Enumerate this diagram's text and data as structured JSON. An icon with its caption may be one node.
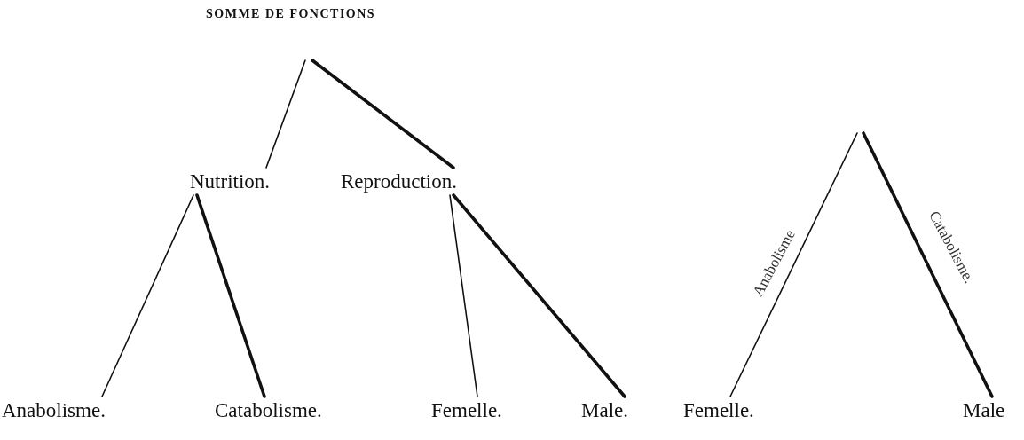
{
  "diagram": {
    "title": "SOMME DE FONCTIONS",
    "nodes": [
      {
        "text": [
          "Nutrition."
        ]
      },
      {
        "text": [
          "Reproduction."
        ]
      },
      {
        "text": [
          "Anabolisme."
        ]
      },
      {
        "text": [
          "Catabolisme."
        ]
      },
      {
        "text": [
          "Femelle."
        ]
      },
      {
        "text": [
          "Male."
        ]
      },
      {
        "text": [
          "Femelle."
        ]
      },
      {
        "text": [
          "Male"
        ]
      }
    ],
    "edges": [
      {
        "from": null,
        "to": 0,
        "arrow": "none"
      },
      {
        "from": null,
        "to": 1,
        "arrow": "none",
        "style": "thick"
      },
      {
        "from": 0,
        "to": 2,
        "arrow": "none"
      },
      {
        "from": 0,
        "to": 3,
        "arrow": "none",
        "style": "thick"
      },
      {
        "from": 1,
        "to": 4,
        "arrow": "none"
      },
      {
        "from": 1,
        "to": 5,
        "arrow": "none",
        "style": "thick"
      },
      {
        "from": null,
        "to": 6,
        "arrow": "none",
        "label": "Anabolisme"
      },
      {
        "from": null,
        "to": 7,
        "arrow": "none",
        "label": "Catabolisme.",
        "style": "thick"
      }
    ]
  }
}
